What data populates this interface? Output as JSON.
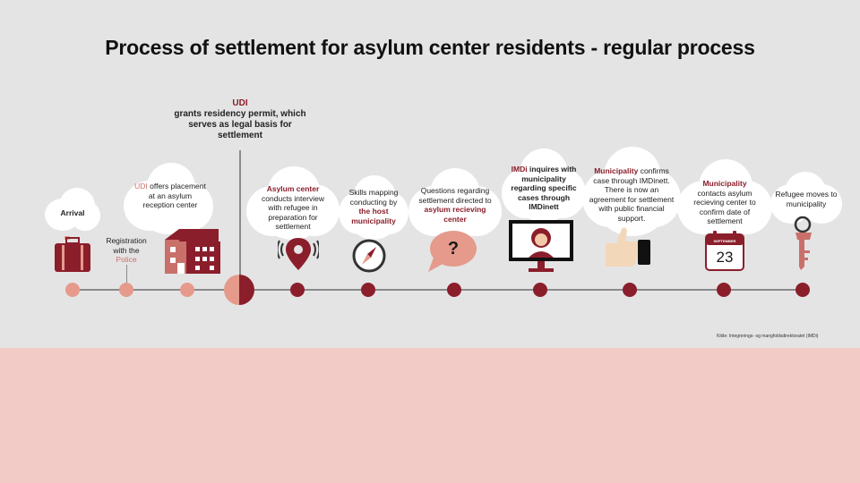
{
  "title": "Process of settlement for asylum center residents - regular process",
  "source": "Kilde: Integrerings- og mangfoldsdirektoratet (IMDi)",
  "colors": {
    "dark_red": "#8b1e2b",
    "light_red": "#e59a8c",
    "pink_band": "#f2cbc6",
    "background": "#e4e4e4"
  },
  "udi_permit": {
    "org": "UDI",
    "text": "grants residency permit, which serves as legal basis for settlement"
  },
  "steps": [
    {
      "id": "arrival",
      "text": "Arrival",
      "icon": "suitcase-icon"
    },
    {
      "id": "registration",
      "pre": "Registration with the",
      "hl": "Police",
      "icon": ""
    },
    {
      "id": "udi-offer",
      "hl": "UDI",
      "post": "offers placement at an asylum reception center",
      "icon": "house-icon"
    },
    {
      "id": "asylum-center",
      "hl": "Asylum center",
      "post": "conducts interview with refugee in preparation for settlement",
      "icon": "location-pin-icon"
    },
    {
      "id": "skills",
      "pre": "Skills mapping conducting by",
      "hl": "the host municipality",
      "icon": "compass-icon"
    },
    {
      "id": "questions",
      "pre": "Questions regarding settlement directed to",
      "hl": "asylum recieving center",
      "icon": "question-bubble-icon",
      "glyph": "?"
    },
    {
      "id": "imdi",
      "hl": "IMDi",
      "post": "inquires with municipality regarding specific cases through IMDinett",
      "icon": "monitor-person-icon"
    },
    {
      "id": "municipality-confirms",
      "hl": "Municipality",
      "post": "confirms case through IMDinett. There is now an agreement for settlement with public financial support.",
      "icon": "thumbs-up-icon"
    },
    {
      "id": "municipality-contacts",
      "hl": "Municipality",
      "post": "contacts asylum recieving center to confirm date of settlement",
      "icon": "calendar-icon",
      "cal_month": "SEPTEMBER",
      "cal_day": "23"
    },
    {
      "id": "moves",
      "text": "Refugee moves to municipality",
      "icon": "key-icon"
    }
  ]
}
